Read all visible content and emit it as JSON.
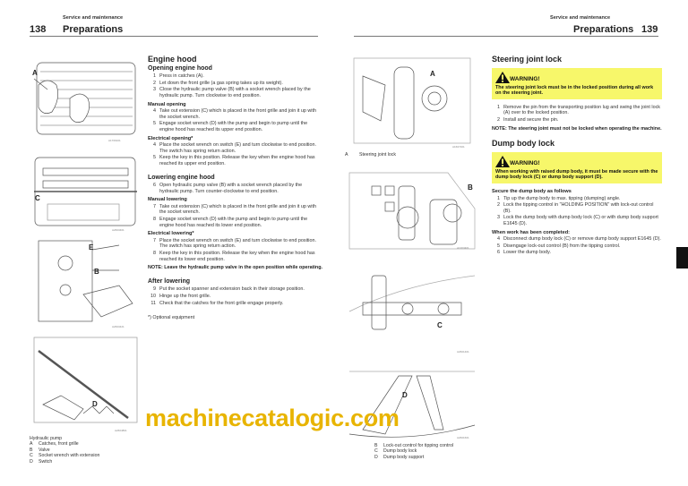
{
  "left_page": {
    "section": "Service and maintenance",
    "title": "Preparations",
    "page_number": "138",
    "engine_hood": {
      "heading": "Engine hood",
      "opening": {
        "heading": "Opening engine hood",
        "steps": [
          {
            "n": "1",
            "text": "Press in catches (A)."
          },
          {
            "n": "2",
            "text": "Let down the front grille (a gas spring takes up its weight)."
          },
          {
            "n": "3",
            "text": "Close the hydraulic pump valve (B) with a socket wrench placed by the hydraulic pump. Turn clockwise to end position."
          }
        ]
      },
      "manual_opening": {
        "heading": "Manual opening",
        "steps": [
          {
            "n": "4",
            "text": "Take out extension (C) which is placed in the front grille and join it up with the socket wrench."
          },
          {
            "n": "5",
            "text": "Engage socket wrench (D) with the pump and begin to pump until the engine hood has reached its upper end position."
          }
        ]
      },
      "electrical_opening": {
        "heading": "Electrical opening*",
        "steps": [
          {
            "n": "4",
            "text": "Place the socket wrench on switch (E) and turn clockwise to end position. The switch has spring return action."
          },
          {
            "n": "5",
            "text": "Keep the key in this position. Release the key when the engine hood has reached its upper end position."
          }
        ]
      },
      "lowering": {
        "heading": "Lowering engine hood",
        "steps": [
          {
            "n": "6",
            "text": "Open hydraulic pump valve (B) with a socket wrench placed by the hydraulic pump. Turn counter-clockwise to end position."
          }
        ]
      },
      "manual_lowering": {
        "heading": "Manual lowering",
        "steps": [
          {
            "n": "7",
            "text": "Take out extension (C) which is placed in the front grille and join it up with the socket wrench."
          },
          {
            "n": "8",
            "text": "Engage socket wrench (D) with the pump and begin to pump until the engine hood has reached its lower end position."
          }
        ]
      },
      "electrical_lowering": {
        "heading": "Electrical lowering*",
        "steps": [
          {
            "n": "7",
            "text": "Place the socket wrench on switch (E) and turn clockwise to end position. The switch has spring return action."
          },
          {
            "n": "8",
            "text": "Keep the key in this position. Release the key when the engine hood has reached its lower end position."
          }
        ]
      },
      "note": "NOTE: Leave the hydraulic pump valve in the open position while operating.",
      "after": {
        "heading": "After lowering",
        "steps": [
          {
            "n": "9",
            "text": "Put the socket spanner and extension back in their storage position."
          },
          {
            "n": "10",
            "text": "Hinge up the front grille."
          },
          {
            "n": "11",
            "text": "Check that the catches for the front grille engage properly."
          }
        ]
      },
      "footnote": "*) Optional equipment"
    },
    "figures": [
      {
        "id": "A1709101",
        "labels": [
          "A"
        ]
      },
      {
        "id": "A2603401",
        "labels": [
          "C"
        ]
      },
      {
        "id": "A2603421",
        "labels": [
          "E",
          "B"
        ]
      },
      {
        "id": "A2604801",
        "labels": [
          "D"
        ]
      }
    ],
    "caption": {
      "title": "Hydraulic pump",
      "items": [
        {
          "key": "A",
          "text": "Catches, front grille"
        },
        {
          "key": "B",
          "text": "Valve"
        },
        {
          "key": "C",
          "text": "Socket wrench with extension"
        },
        {
          "key": "D",
          "text": "Switch"
        }
      ]
    }
  },
  "right_page": {
    "section": "Service and maintenance",
    "title": "Preparations",
    "page_number": "139",
    "steering": {
      "heading": "Steering joint lock",
      "warning_title": "WARNING!",
      "warning_text": "The steering joint lock must be in the locked position during all work on the steering joint.",
      "steps": [
        {
          "n": "1",
          "text": "Remove the pin from the transporting position lug and swing the joint lock (A) over to the locked position."
        },
        {
          "n": "2",
          "text": "Install and secure the pin."
        }
      ],
      "note": "NOTE: The steering joint must not be locked when operating the machine."
    },
    "dump": {
      "heading": "Dump body lock",
      "warning_title": "WARNING!",
      "warning_text": "When working with raised dump body, it must be made secure with the dump body lock (C) or dump body support (D).",
      "secure_heading": "Secure the dump body as follows",
      "secure_steps": [
        {
          "n": "1",
          "text": "Tip up the dump body to max. tipping (dumping) angle."
        },
        {
          "n": "2",
          "text": "Lock the tipping control in \"HOLDING POSITION\" with lock-out control (B)."
        },
        {
          "n": "3",
          "text": "Lock the dump body with dump body lock (C) or with dump body support E1645 (D)."
        }
      ],
      "done_heading": "When work has been completed:",
      "done_steps": [
        {
          "n": "4",
          "text": "Disconnect dump body lock (C) or remove dump body support E1645 (D)."
        },
        {
          "n": "5",
          "text": "Disengage lock-out control (B) from the tipping control."
        },
        {
          "n": "6",
          "text": "Lower the dump body."
        }
      ]
    },
    "figures": [
      {
        "id": "A1607201",
        "labels": [
          "A"
        ]
      },
      {
        "id": "A1303401",
        "labels": [
          "B"
        ]
      },
      {
        "id": "A2601401",
        "labels": [
          "C"
        ]
      },
      {
        "id": "A2601601",
        "labels": [
          "D"
        ]
      }
    ],
    "caption_a": {
      "key": "A",
      "text": "Steering joint lock"
    },
    "caption": {
      "items": [
        {
          "key": "B",
          "text": "Lock-out control for tipping control"
        },
        {
          "key": "C",
          "text": "Dump body lock"
        },
        {
          "key": "D",
          "text": "Dump body support"
        }
      ]
    }
  },
  "watermark": "machinecatalogic.com",
  "colors": {
    "warning_bg": "#f7f76a",
    "watermark": "#e8b400",
    "rule": "#777777"
  }
}
